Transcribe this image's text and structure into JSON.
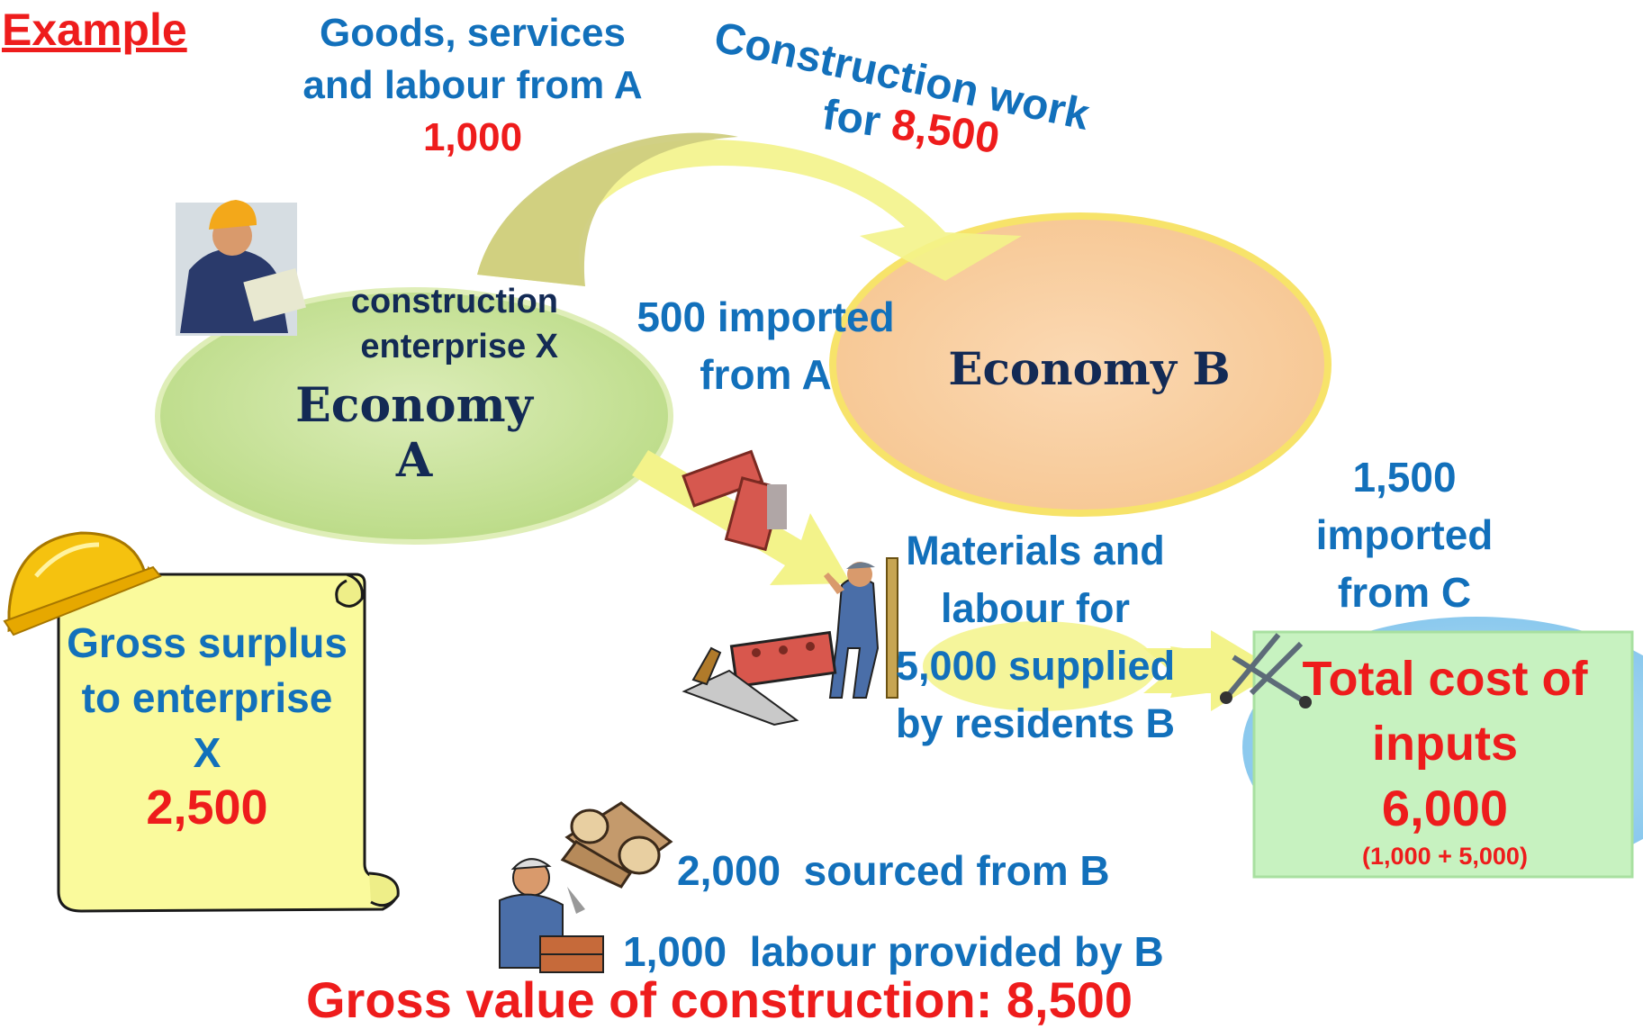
{
  "title": "Example",
  "flows": {
    "goods_text": "Goods, services and labour from A",
    "goods_value": "1,000",
    "construction_work_text": "Construction work",
    "construction_for_text": "for",
    "construction_value": "8,500",
    "imported_a_text": "500 imported from A",
    "imported_c_text": "1,500 imported from C",
    "materials_text": "Materials and labour for 5,000 supplied by residents B",
    "sourced_b_text": "2,000  sourced from B",
    "labour_b_text": "1,000  labour provided by B"
  },
  "economies": {
    "enterprise_label": "construction enterprise X",
    "a_label": "Economy A",
    "b_label": "Economy B"
  },
  "total_inputs": {
    "label": "Total cost of inputs",
    "value": "6,000",
    "breakdown": "(1,000 + 5,000)"
  },
  "surplus": {
    "label": "Gross surplus to enterprise X",
    "value": "2,500"
  },
  "gross_value": "Gross value of construction: 8,500",
  "colors": {
    "text_blue": "#1270bb",
    "text_red": "#ee1c1c",
    "economy_a_fill": "#c8e29a",
    "economy_b_fill": "#f9cfa3",
    "arrow_yellow": "#f3f38a",
    "scroll_fill": "#fafa9c",
    "total_box_fill": "#c7f2c0",
    "economy_c_fill": "#a8d8f0"
  },
  "icons": [
    "construction-manager-icon",
    "hard-hat-icon",
    "bricks-icon",
    "worker-icon",
    "trowel-brick-icon",
    "nails-icon",
    "logs-icon",
    "bricklayer-icon"
  ]
}
